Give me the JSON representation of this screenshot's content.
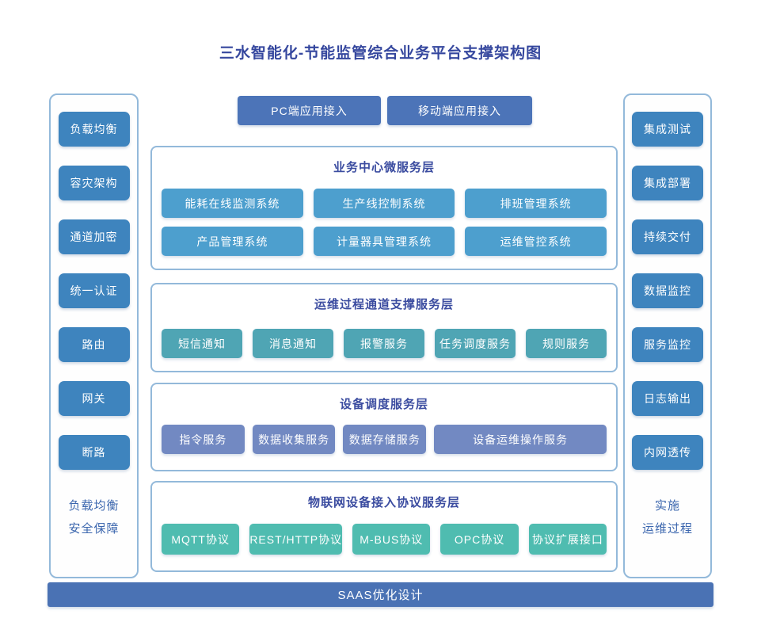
{
  "title": "三水智能化-节能监管综合业务平台支撑架构图",
  "top_access": {
    "buttons": [
      "PC端应用接入",
      "移动端应用接入"
    ]
  },
  "left_panel": {
    "items": [
      "负载均衡",
      "容灾架构",
      "通道加密",
      "统一认证",
      "路由",
      "网关",
      "断路"
    ],
    "footer": [
      "负载均衡",
      "安全保障"
    ]
  },
  "right_panel": {
    "items": [
      "集成测试",
      "集成部署",
      "持续交付",
      "数据监控",
      "服务监控",
      "日志输出",
      "内网透传"
    ],
    "footer": [
      "实施",
      "运维过程"
    ]
  },
  "layers": [
    {
      "title": "业务中心微服务层",
      "rows": [
        [
          "能耗在线监测系统",
          "生产线控制系统",
          "排班管理系统"
        ],
        [
          "产品管理系统",
          "计量器具管理系统",
          "运维管控系统"
        ]
      ]
    },
    {
      "title": "运维过程通道支撑服务层",
      "rows": [
        [
          "短信通知",
          "消息通知",
          "报警服务",
          "任务调度服务",
          "规则服务"
        ]
      ]
    },
    {
      "title": "设备调度服务层",
      "rows": [
        [
          "指令服务",
          "数据收集服务",
          "数据存储服务",
          "设备运维操作服务"
        ]
      ]
    },
    {
      "title": "物联网设备接入协议服务层",
      "rows": [
        [
          "MQTT协议",
          "REST/HTTP协议",
          "M-BUS协议",
          "OPC协议",
          "协议扩展接口"
        ]
      ]
    }
  ],
  "footer_bar": {
    "label": "SAAS优化设计"
  },
  "colors": {
    "title_text": "#35479E",
    "layer_title_text": "#3B4CA0",
    "panel_footer_text": "#3B66AE",
    "panel_border": "#93B9DA",
    "sidebar_box": "#3E84BE",
    "access_button": "#4C74B8",
    "layer1_box": "#4D9FCE",
    "layer2_box": "#4FA5B4",
    "layer3_box": "#7289C2",
    "layer4_box": "#4FBCB0",
    "footer_bar_bg": "#4A72B4"
  }
}
